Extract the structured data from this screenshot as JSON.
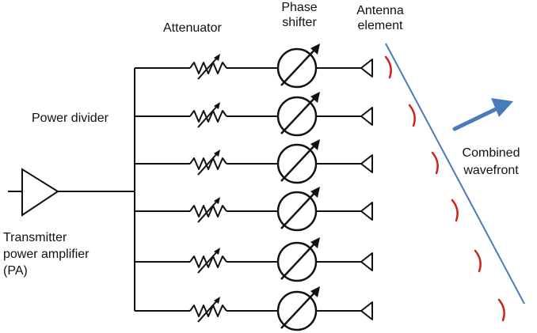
{
  "labels": {
    "attenuator": "Attenuator",
    "phase_shifter": [
      "Phase",
      "shifter"
    ],
    "antenna_element": [
      "Antenna",
      "element"
    ],
    "power_divider": "Power divider",
    "transmitter": [
      "Transmitter",
      "power amplifier",
      "(PA)"
    ],
    "combined_wavefront": [
      "Combined",
      "wavefront"
    ]
  },
  "array": {
    "element_count": 6
  },
  "colors": {
    "wire": "#111111",
    "wavefront_line": "#4a7ab8",
    "wavefront_arrow": "#4a7ab8",
    "wave_arc": "#cc2222"
  }
}
